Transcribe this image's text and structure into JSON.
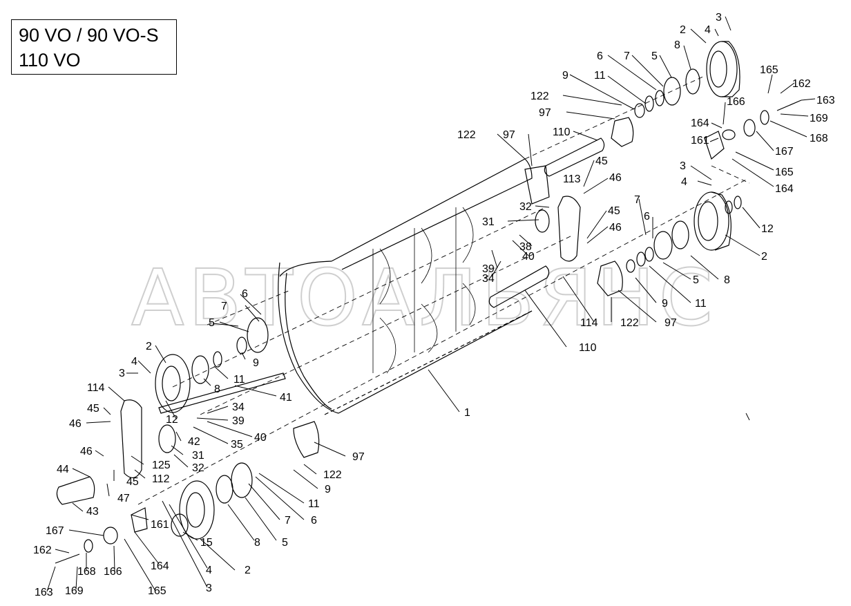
{
  "title": {
    "line1": "90 VO / 90 VO-S",
    "line2": "110 VO"
  },
  "watermark": "АВТОАЛЬЯНС",
  "callouts": [
    {
      "id": "c1",
      "text": "3"
    },
    {
      "id": "c2",
      "text": "2"
    },
    {
      "id": "c3",
      "text": "4"
    },
    {
      "id": "c4",
      "text": "8"
    },
    {
      "id": "c5",
      "text": "6"
    },
    {
      "id": "c6",
      "text": "7"
    },
    {
      "id": "c7",
      "text": "5"
    },
    {
      "id": "c8",
      "text": "9"
    },
    {
      "id": "c9",
      "text": "11"
    },
    {
      "id": "c10",
      "text": "165"
    },
    {
      "id": "c11",
      "text": "162"
    },
    {
      "id": "c12",
      "text": "163"
    },
    {
      "id": "c13",
      "text": "122"
    },
    {
      "id": "c14",
      "text": "166"
    },
    {
      "id": "c15",
      "text": "169"
    },
    {
      "id": "c16",
      "text": "97"
    },
    {
      "id": "c17",
      "text": "164"
    },
    {
      "id": "c18",
      "text": "168"
    },
    {
      "id": "c19",
      "text": "161"
    },
    {
      "id": "c20",
      "text": "167"
    },
    {
      "id": "c21",
      "text": "122"
    },
    {
      "id": "c22",
      "text": "97"
    },
    {
      "id": "c23",
      "text": "110"
    },
    {
      "id": "c24",
      "text": "165"
    },
    {
      "id": "c25",
      "text": "164"
    },
    {
      "id": "c26",
      "text": "3"
    },
    {
      "id": "c27",
      "text": "113"
    },
    {
      "id": "c28",
      "text": "45"
    },
    {
      "id": "c29",
      "text": "46"
    },
    {
      "id": "c30",
      "text": "4"
    },
    {
      "id": "c31",
      "text": "32"
    },
    {
      "id": "c32",
      "text": "45"
    },
    {
      "id": "c33",
      "text": "7"
    },
    {
      "id": "c34",
      "text": "31"
    },
    {
      "id": "c35",
      "text": "46"
    },
    {
      "id": "c36",
      "text": "12"
    },
    {
      "id": "c37",
      "text": "6"
    },
    {
      "id": "c38",
      "text": "38"
    },
    {
      "id": "c39",
      "text": "39"
    },
    {
      "id": "c40",
      "text": "40"
    },
    {
      "id": "c41",
      "text": "2"
    },
    {
      "id": "c42",
      "text": "34"
    },
    {
      "id": "c43",
      "text": "5"
    },
    {
      "id": "c44",
      "text": "8"
    },
    {
      "id": "c45",
      "text": "9"
    },
    {
      "id": "c46",
      "text": "11"
    },
    {
      "id": "c47",
      "text": "6"
    },
    {
      "id": "c48",
      "text": "7"
    },
    {
      "id": "c49",
      "text": "114"
    },
    {
      "id": "c50",
      "text": "122"
    },
    {
      "id": "c51",
      "text": "97"
    },
    {
      "id": "c52",
      "text": "5"
    },
    {
      "id": "c53",
      "text": "110"
    },
    {
      "id": "c54",
      "text": "2"
    },
    {
      "id": "c55",
      "text": "9"
    },
    {
      "id": "c56",
      "text": "4"
    },
    {
      "id": "c57",
      "text": "8"
    },
    {
      "id": "c58",
      "text": "11"
    },
    {
      "id": "c59",
      "text": "3"
    },
    {
      "id": "c60",
      "text": "114"
    },
    {
      "id": "c61",
      "text": "41"
    },
    {
      "id": "c62",
      "text": "45"
    },
    {
      "id": "c63",
      "text": "12"
    },
    {
      "id": "c64",
      "text": "34"
    },
    {
      "id": "c65",
      "text": "46"
    },
    {
      "id": "c66",
      "text": "39"
    },
    {
      "id": "c67",
      "text": "1"
    },
    {
      "id": "c68",
      "text": "42"
    },
    {
      "id": "c69",
      "text": "35"
    },
    {
      "id": "c70",
      "text": "40"
    },
    {
      "id": "c71",
      "text": "31"
    },
    {
      "id": "c72",
      "text": "97"
    },
    {
      "id": "c73",
      "text": "46"
    },
    {
      "id": "c74",
      "text": "125"
    },
    {
      "id": "c75",
      "text": "32"
    },
    {
      "id": "c76",
      "text": "44"
    },
    {
      "id": "c77",
      "text": "45"
    },
    {
      "id": "c78",
      "text": "112"
    },
    {
      "id": "c79",
      "text": "122"
    },
    {
      "id": "c80",
      "text": "47"
    },
    {
      "id": "c81",
      "text": "9"
    },
    {
      "id": "c82",
      "text": "43"
    },
    {
      "id": "c83",
      "text": "11"
    },
    {
      "id": "c84",
      "text": "7"
    },
    {
      "id": "c85",
      "text": "6"
    },
    {
      "id": "c86",
      "text": "167"
    },
    {
      "id": "c87",
      "text": "161"
    },
    {
      "id": "c88",
      "text": "15"
    },
    {
      "id": "c89",
      "text": "8"
    },
    {
      "id": "c90",
      "text": "5"
    },
    {
      "id": "c91",
      "text": "162"
    },
    {
      "id": "c92",
      "text": "164"
    },
    {
      "id": "c93",
      "text": "168"
    },
    {
      "id": "c94",
      "text": "166"
    },
    {
      "id": "c95",
      "text": "4"
    },
    {
      "id": "c96",
      "text": "2"
    },
    {
      "id": "c97",
      "text": "165"
    },
    {
      "id": "c98",
      "text": "163"
    },
    {
      "id": "c99",
      "text": "169"
    },
    {
      "id": "c100",
      "text": "3"
    }
  ]
}
